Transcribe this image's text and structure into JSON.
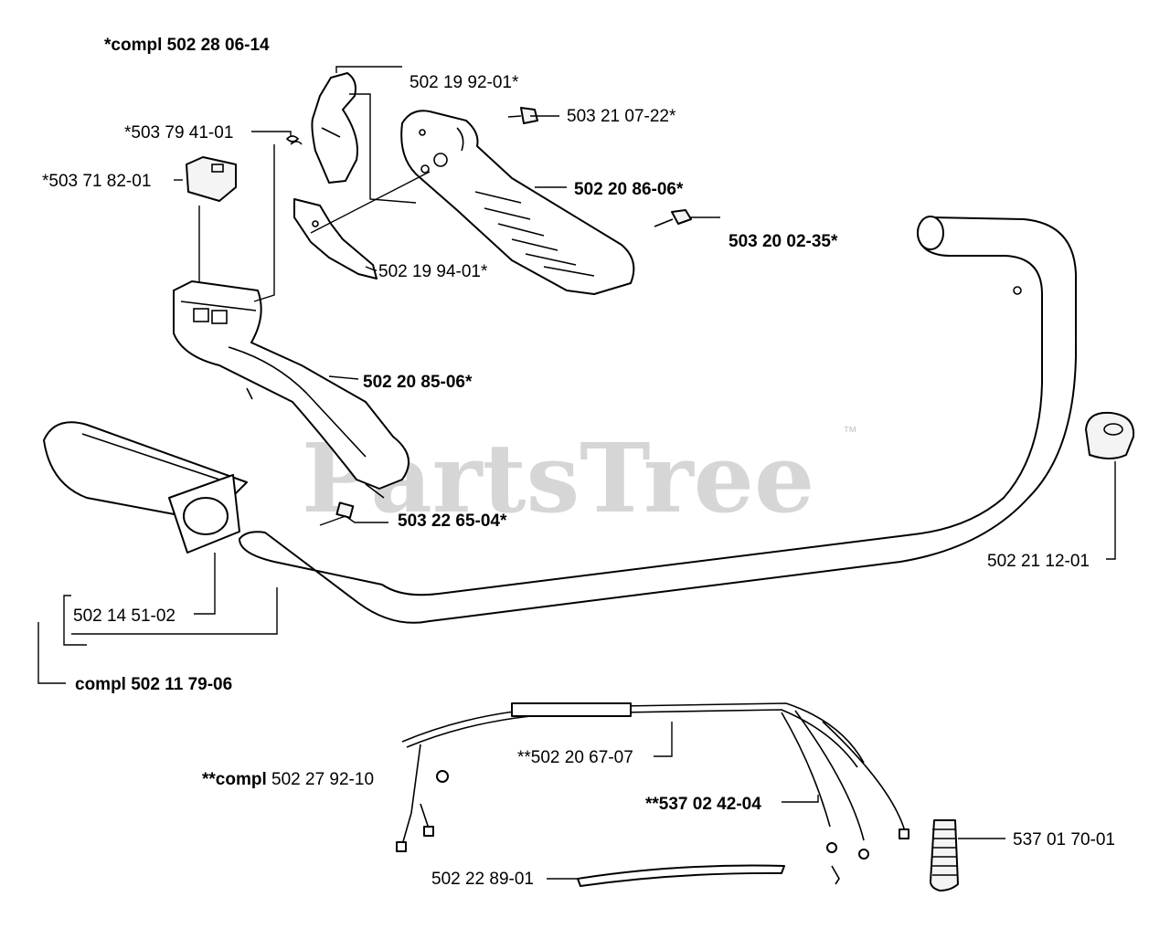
{
  "watermark": {
    "text": "PartsTree",
    "mark": "™"
  },
  "labels": {
    "compl_502_28_06_14": {
      "prefix": "*compl ",
      "number": "502 28 06-14"
    },
    "p_502_19_92_01": "502 19 92-01*",
    "p_503_21_07_22": "503 21 07-22*",
    "p_503_79_41_01": "*503 79 41-01",
    "p_503_71_82_01": "*503 71 82-01",
    "p_502_20_86_06": "502 20 86-06*",
    "p_503_20_02_35": "503 20 02-35*",
    "p_502_19_94_01": "502 19 94-01*",
    "p_502_20_85_06": "502 20 85-06*",
    "p_503_22_65_04": "503 22 65-04*",
    "p_502_21_12_01": "502 21 12-01",
    "p_502_14_51_02": "502 14 51-02",
    "compl_502_11_79_06": {
      "prefix": "compl ",
      "number": "502 11 79-06"
    },
    "p_502_20_67_07": "**502 20 67-07",
    "compl_502_27_92_10": {
      "prefix": "**compl ",
      "number": "502 27 92-10"
    },
    "p_537_02_42_04": "**537 02 42-04",
    "p_537_01_70_01": "537 01 70-01",
    "p_502_22_89_01": "502 22 89-01"
  }
}
